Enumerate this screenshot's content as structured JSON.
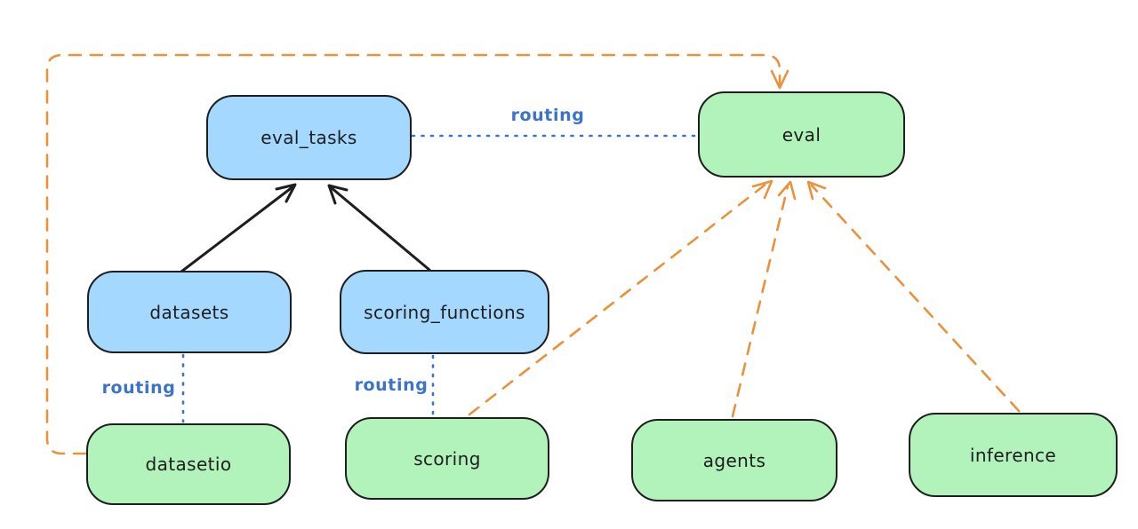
{
  "diagram": {
    "background": "#ffffff",
    "colors": {
      "api_box_fill": "#a5d8ff",
      "provider_box_fill": "#b2f2bb",
      "box_stroke": "#1e1e1e",
      "routing_blue": "#3b73c9",
      "dependency_orange": "#ea923a"
    },
    "nodes": [
      {
        "id": "eval_tasks",
        "label": "eval_tasks",
        "fill": "blue"
      },
      {
        "id": "eval",
        "label": "eval",
        "fill": "green"
      },
      {
        "id": "datasets",
        "label": "datasets",
        "fill": "blue"
      },
      {
        "id": "scoring_functions",
        "label": "scoring_functions",
        "fill": "blue"
      },
      {
        "id": "datasetio",
        "label": "datasetio",
        "fill": "green"
      },
      {
        "id": "scoring",
        "label": "scoring",
        "fill": "green"
      },
      {
        "id": "agents",
        "label": "agents",
        "fill": "green"
      },
      {
        "id": "inference",
        "label": "inference",
        "fill": "green"
      }
    ],
    "edges": [
      {
        "from": "datasets",
        "to": "eval_tasks",
        "style": "solid-black-arrow"
      },
      {
        "from": "scoring_functions",
        "to": "eval_tasks",
        "style": "solid-black-arrow"
      },
      {
        "from": "eval_tasks",
        "to": "eval",
        "style": "dotted-blue",
        "label": "routing"
      },
      {
        "from": "datasets",
        "to": "datasetio",
        "style": "dotted-blue",
        "label": "routing"
      },
      {
        "from": "scoring_functions",
        "to": "scoring",
        "style": "dotted-blue",
        "label": "routing"
      },
      {
        "from": "datasetio",
        "to": "eval",
        "style": "dashed-orange-arrow"
      },
      {
        "from": "scoring",
        "to": "eval",
        "style": "dashed-orange-arrow"
      },
      {
        "from": "agents",
        "to": "eval",
        "style": "dashed-orange-arrow"
      },
      {
        "from": "inference",
        "to": "eval",
        "style": "dashed-orange-arrow"
      }
    ]
  }
}
